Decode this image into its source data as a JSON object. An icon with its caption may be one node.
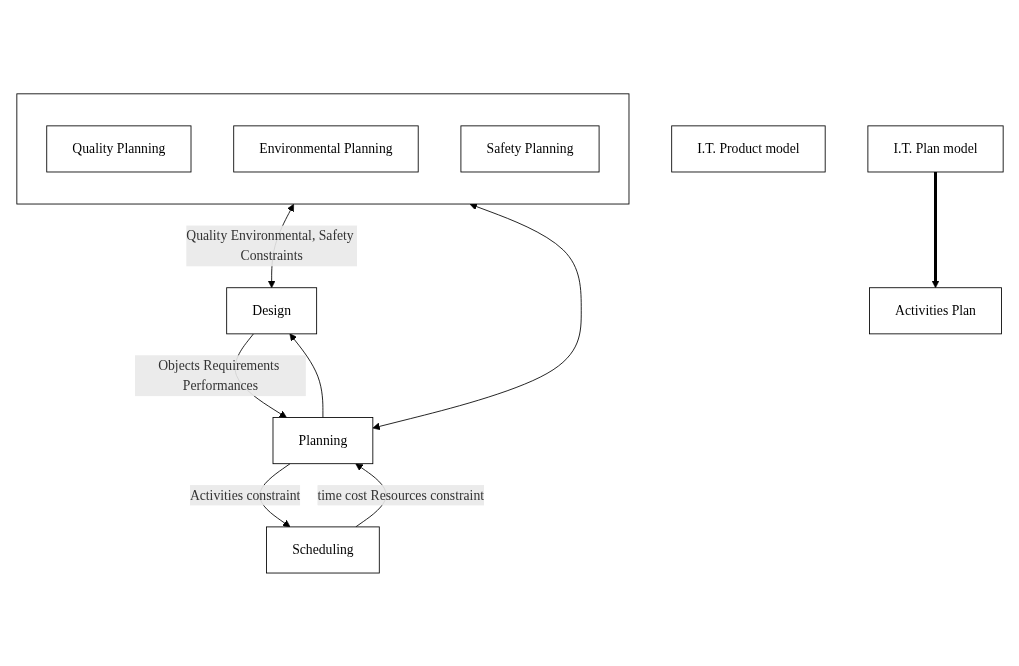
{
  "diagram": {
    "nodes": [
      {
        "text": [
          "Design"
        ]
      },
      {
        "text": [
          "I.T. Product model"
        ]
      },
      {
        "text": [],
        "shape": "box"
      },
      {
        "text": [
          "Quality Planning"
        ],
        "in": 2
      },
      {
        "text": [
          "Environmental Planning"
        ],
        "in": 2
      },
      {
        "text": [
          "Safety Planning"
        ],
        "in": 2
      },
      {
        "text": [
          "Planning"
        ]
      },
      {
        "text": [
          "I.T. Plan model"
        ]
      },
      {
        "text": [
          "Activities Plan"
        ]
      },
      {
        "text": [
          "Scheduling"
        ]
      }
    ],
    "edges": [
      {
        "from": 2,
        "to": 0,
        "arrow": "both",
        "label": "Quality Environmental, Safety Constraints"
      },
      {
        "from": 6,
        "to": 0,
        "arrow": "to"
      },
      {
        "from": 0,
        "to": 6,
        "arrow": "to",
        "label": "Objects Requirements Performances"
      },
      {
        "from": 2,
        "to": 6,
        "arrow": "both"
      },
      {
        "from": 7,
        "to": 8,
        "arrow": "to",
        "style": "thick"
      },
      {
        "from": 9,
        "to": 6,
        "arrow": "to",
        "label": "time cost Resources constraint"
      },
      {
        "from": 6,
        "to": 9,
        "arrow": "to",
        "label": "Activities constraint"
      }
    ]
  }
}
